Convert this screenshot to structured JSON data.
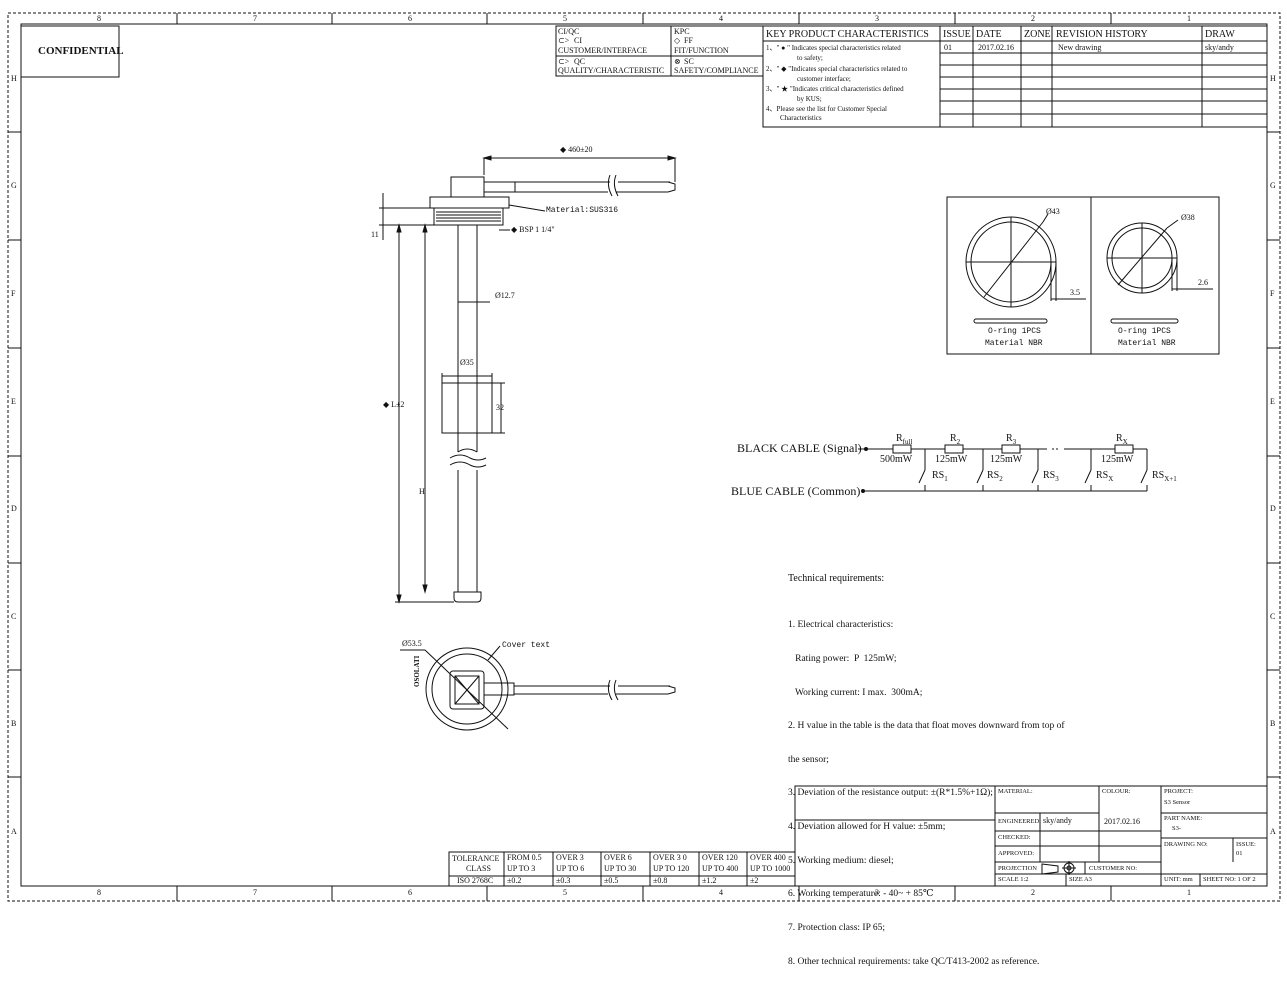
{
  "zones": {
    "columns": [
      "8",
      "7",
      "6",
      "5",
      "4",
      "3",
      "2",
      "1"
    ],
    "rows": [
      "H",
      "G",
      "F",
      "E",
      "D",
      "C",
      "B",
      "A"
    ]
  },
  "confidential": "CONFIDENTIAL",
  "symbol_legend": {
    "ci_qc": "CI/QC",
    "ci": "CI",
    "customer_interface": "CUSTOMER/INTERFACE",
    "qc": "QC",
    "quality_characteristic": "QUALITY/CHARACTERISTIC",
    "kpc": "KPC",
    "ff": "FF",
    "fit_function": "FIT/FUNCTION",
    "sc": "SC",
    "safety_compliance": "SAFETY/COMPLIANCE"
  },
  "key_characteristics": {
    "header": "KEY PRODUCT CHARACTERISTICS",
    "items": [
      "1、\" ● \" Indicates special characteristics related",
      "to safety;",
      "2、\" ◆ \"Indicates special characteristics related to",
      "customer interface;",
      "3、\" ★ \"Indicates critical characteristics defined",
      "by KUS;",
      "4、Please see the list for Customer Special",
      "Characteristics"
    ]
  },
  "revision": {
    "headers": [
      "ISSUE",
      "DATE",
      "ZONE",
      "REVISION HISTORY",
      "DRAW"
    ],
    "rows": [
      {
        "issue": "01",
        "date": "2017.02.16",
        "zone": "",
        "history": "New drawing",
        "draw": "sky/andy"
      }
    ]
  },
  "dimensions": {
    "cable_length": "◆ 460±20",
    "material": "Material:SUS316",
    "thread": "◆ BSP 1 1/4\"",
    "flange_height": "11",
    "tube_dia": "Ø12.7",
    "float_dia": "Ø35",
    "float_height": "32",
    "total_length": "◆ L±2",
    "h": "H",
    "cover_dia": "Ø53.5",
    "cover_text": "Cover text",
    "cover_label": "OSOLATI"
  },
  "orings": [
    {
      "dia": "Ø43",
      "thick": "3.5",
      "label": "O-ring 1PCS",
      "material": "Material NBR"
    },
    {
      "dia": "Ø38",
      "thick": "2.6",
      "label": "O-ring 1PCS",
      "material": "Material NBR"
    }
  ],
  "circuit": {
    "black_cable": "BLACK CABLE (Signal)",
    "blue_cable": "BLUE CABLE (Common)",
    "resistors": [
      {
        "name": "R",
        "sub": "full",
        "power": "500mW"
      },
      {
        "name": "R",
        "sub": "2",
        "power": "125mW"
      },
      {
        "name": "R",
        "sub": "3",
        "power": "125mW"
      },
      {
        "name": "R",
        "sub": "X",
        "power": "125mW"
      }
    ],
    "switches": [
      {
        "name": "RS",
        "sub": "1"
      },
      {
        "name": "RS",
        "sub": "2"
      },
      {
        "name": "RS",
        "sub": "3"
      },
      {
        "name": "RS",
        "sub": "X"
      },
      {
        "name": "RS",
        "sub": "X+1"
      }
    ]
  },
  "technical": {
    "title": "Technical requirements:",
    "lines": [
      "1. Electrical characteristics:",
      "   Rating power:  P  125mW;",
      "   Working current: I max.  300mA;",
      "2. H value in the table is the data that float moves downward from top of",
      "the sensor;",
      "3. Deviation of the resistance output: ±(R*1.5%+1Ω);",
      "4. Deviation allowed for H value: ±5mm;",
      "5. Working medium: diesel;",
      "6. Working temperature: - 40~ + 85℃",
      "7. Protection class: IP 65;",
      "8. Other technical requirements: take QC/T413-2002 as reference."
    ]
  },
  "tolerance": {
    "class_label": [
      "TOLERANCE",
      "CLASS"
    ],
    "standard": "ISO 2768C",
    "ranges": [
      {
        "top": "FROM 0.5",
        "bottom": "UP TO 3",
        "tol": "±0.2"
      },
      {
        "top": "OVER 3",
        "bottom": "UP TO 6",
        "tol": "±0.3"
      },
      {
        "top": "OVER 6",
        "bottom": "UP TO 30",
        "tol": "±0.5"
      },
      {
        "top": "OVER 3 0",
        "bottom": "UP TO 120",
        "tol": "±0.8"
      },
      {
        "top": "OVER 120",
        "bottom": "UP TO 400",
        "tol": "±1.2"
      },
      {
        "top": "OVER 400",
        "bottom": "UP TO 1000",
        "tol": "±2"
      }
    ]
  },
  "title_block": {
    "material": "MATERIAL:",
    "colour": "COLOUR:",
    "project_label": "PROJECT:",
    "project": "S3 Sensor",
    "engineered_label": "ENGINEERED:",
    "engineered": "sky/andy",
    "engineered_date": "2017.02.16",
    "part_name_label": "PART NAME:",
    "part_name": "S3-",
    "checked": "CHECKED:",
    "approved": "APPROVED:",
    "drawing_no": "DRAWING NO:",
    "issue_label": "ISSUE:",
    "issue": "01",
    "projection": "PROJECTION",
    "customer_no": "CUSTOMER NO:",
    "scale": "SCALE 1:2",
    "size": "SIZE  A3",
    "unit": "UNIT: mm",
    "sheet": "SHEET NO: 1 OF 2"
  }
}
